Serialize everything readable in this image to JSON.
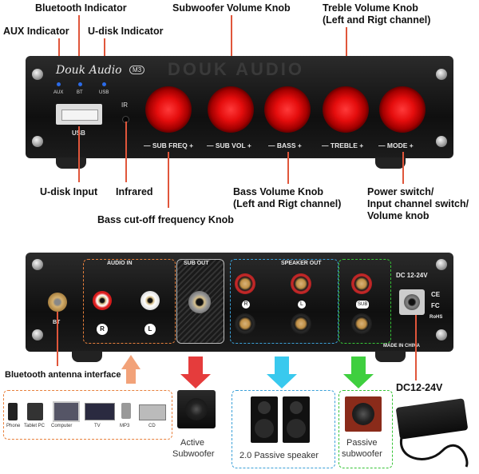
{
  "front": {
    "annotations": {
      "bluetooth_indicator": "Bluetooth Indicator",
      "aux_indicator": "AUX Indicator",
      "udisk_indicator": "U-disk Indicator",
      "subwoofer_volume_knob": "Subwoofer Volume Knob",
      "treble_volume_knob": "Treble Volume Knob",
      "treble_volume_knob_sub": "(Left and Rigt channel)",
      "udisk_input": "U-disk Input",
      "infrared": "Infrared",
      "bass_volume_knob": "Bass Volume Knob",
      "bass_volume_knob_sub": "(Left and Rigt channel)",
      "bass_cutoff_knob": "Bass cut-off frequency Knob",
      "power_switch_1": "Power switch/",
      "power_switch_2": "Input channel switch/",
      "power_switch_3": "Volume knob"
    },
    "brand": "Douk Audio",
    "model": "M3",
    "watermark": "DOUK AUDIO",
    "leds": [
      "AUX",
      "BT",
      "USB"
    ],
    "ir_label": "IR",
    "usb_label": "USB",
    "knob_labels": [
      "SUB FREQ",
      "SUB VOL",
      "BASS",
      "TREBLE",
      "MODE"
    ]
  },
  "rear": {
    "annotations": {
      "bt_antenna": "Bluetooth antenna interface",
      "dc": "DC12-24V"
    },
    "bt_label": "BT",
    "audio_in": "AUDIO IN",
    "audio_in_r": "R",
    "audio_in_l": "L",
    "sub_out": "SUB OUT",
    "speaker_out": "SPEAKER OUT",
    "spk_r": "R",
    "spk_l": "L",
    "spk_sub": "SUB",
    "dc_symbol": "DC 12-24V",
    "ce": "CE",
    "fcc": "FC",
    "rohs": "RoHS",
    "made_in": "MADE IN CHINA"
  },
  "devices": {
    "sources": [
      "Phone",
      "Tablet PC",
      "Computer",
      "TV",
      "MP3",
      "CD"
    ],
    "active_subwoofer_1": "Active",
    "active_subwoofer_2": "Subwoofer",
    "passive_speaker": "2.0 Passive speaker",
    "passive_subwoofer_1": "Passive",
    "passive_subwoofer_2": "subwoofer"
  },
  "colors": {
    "annotation_line": "#e0563b",
    "knob_red": "#e50d0d",
    "led_blue": "#2b6be8",
    "arrow_orange": "#f2a279",
    "arrow_red": "#e53c3c",
    "arrow_cyan": "#39c9ee",
    "arrow_green": "#3fcf3f",
    "box_blue": "#3aa0d8",
    "box_green": "#36c436",
    "box_orange": "#e8803c"
  }
}
